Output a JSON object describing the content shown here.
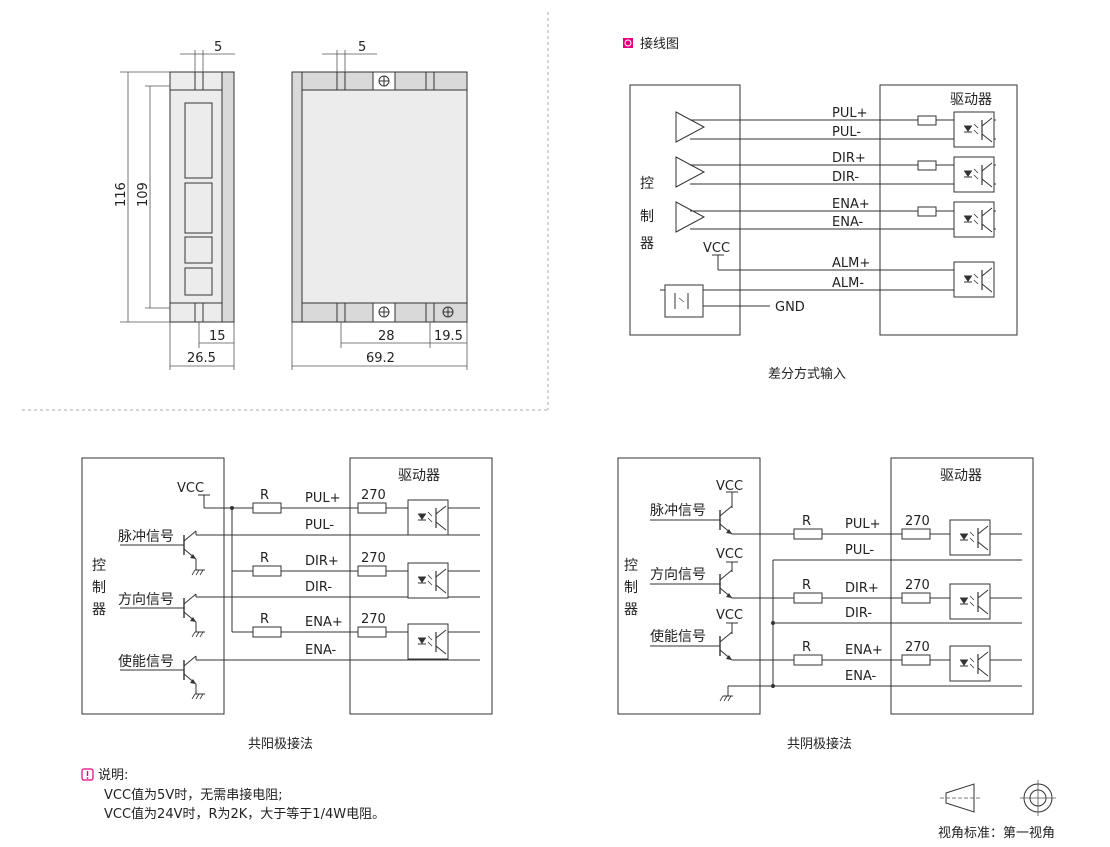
{
  "dimensions": {
    "front_top_gap": "5",
    "side_top_gap": "5",
    "height_outer": "116",
    "height_inner": "109",
    "front_bottom_small": "15",
    "front_width": "26.5",
    "side_spacing": "28",
    "side_right_offset": "19.5",
    "side_width": "69.2"
  },
  "wiring": {
    "heading": "接线图",
    "controller_chars": [
      "控",
      "制",
      "器"
    ],
    "driver_label": "驱动器",
    "signals": [
      "PUL+",
      "PUL-",
      "DIR+",
      "DIR-",
      "ENA+",
      "ENA-"
    ],
    "alarm": [
      "ALM+",
      "ALM-"
    ],
    "vcc": "VCC",
    "gnd": "GND",
    "caption": "差分方式输入"
  },
  "common_anode": {
    "vcc": "VCC",
    "r_label": "R",
    "r270_label": "270",
    "driver_label": "驱动器",
    "controller_chars": [
      "控",
      "制",
      "器"
    ],
    "signal_names": [
      "脉冲信号",
      "方向信号",
      "使能信号"
    ],
    "lines": [
      "PUL+",
      "PUL-",
      "DIR+",
      "DIR-",
      "ENA+",
      "ENA-"
    ],
    "caption": "共阳极接法"
  },
  "common_cathode": {
    "vcc": "VCC",
    "r_label": "R",
    "r270_label": "270",
    "driver_label": "驱动器",
    "controller_chars": [
      "控",
      "制",
      "器"
    ],
    "signal_names": [
      "脉冲信号",
      "方向信号",
      "使能信号"
    ],
    "lines": [
      "PUL+",
      "PUL-",
      "DIR+",
      "DIR-",
      "ENA+",
      "ENA-"
    ],
    "caption": "共阴极接法"
  },
  "notes": {
    "title": "说明:",
    "line1": "VCC值为5V时，无需串接电阻;",
    "line2": "VCC值为24V时，R为2K，大于等于1/4W电阻。"
  },
  "projection": {
    "label": "视角标准：第一视角"
  },
  "colors": {
    "accent": "#e4007f",
    "line": "#333333",
    "divider": "#aaaaaa"
  }
}
